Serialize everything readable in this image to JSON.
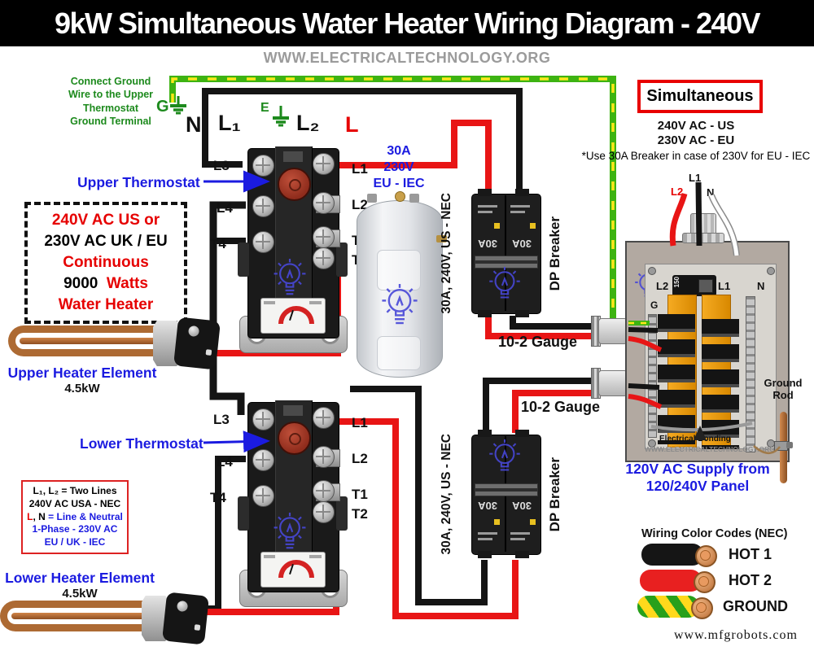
{
  "title": "9kW Simultaneous Water Heater Wiring Diagram - 240V",
  "website": "WWW.ELECTRICALTECHNOLOGY.ORG",
  "footer_site": "www.mfgrobots.com",
  "colors": {
    "hot1_black": "#141414",
    "hot2_red": "#e81515",
    "ground_green": "#3db312",
    "ground_yellow": "#ffe81a",
    "neutral_white": "#ffffff",
    "label_blue": "#1b1be0",
    "note_green": "#1d8a1d",
    "accent_red": "#e60000",
    "bus_orange": "#f0a020"
  },
  "top_note": {
    "lines": "Connect Ground Wire to the Upper Thermostat Ground Terminal"
  },
  "line_labels": {
    "g": "G",
    "n": "N",
    "l1": "L₁",
    "e": "E",
    "l2": "L₂",
    "l": "L"
  },
  "upper_thermostat": {
    "label": "Upper Thermostat",
    "terminals": {
      "l3": "L3",
      "l1": "L1",
      "l4": "L4",
      "l2": "L2",
      "t4": "T4",
      "t1": "T1",
      "t2": "T2"
    }
  },
  "lower_thermostat": {
    "label": "Lower Thermostat",
    "terminals": {
      "l3": "L3",
      "l1": "L1",
      "l4": "L4",
      "l2": "L2",
      "t4": "T4",
      "t1": "T1",
      "t2": "T2"
    }
  },
  "spec_box": {
    "line1": "240V AC US or",
    "line2": "230V AC UK / EU",
    "line3": "Continuous",
    "line4_a": "9000",
    "line4_b": "Watts",
    "line5": "Water Heater"
  },
  "upper_element": {
    "label": "Upper Heater Element",
    "power": "4.5kW"
  },
  "lower_element": {
    "label": "Lower Heater Element",
    "power": "4.5kW"
  },
  "eu_breaker_note": {
    "line1": "30A",
    "line2": "230V",
    "line3": "EU - IEC"
  },
  "breaker": {
    "side_label": "30A, 240V, US - NEC",
    "name": "DP Breaker",
    "amp": "30A"
  },
  "cable": {
    "gauge_label": "10-2 Gauge"
  },
  "mode_box": {
    "label": "Simultaneous"
  },
  "supply_note": {
    "line1": "240V AC - US",
    "line2": "230V AC - EU",
    "line3": "*Use 30A Breaker in case of 230V for EU - IEC"
  },
  "panel": {
    "wire_l1": "L1",
    "wire_l2": "L2",
    "wire_n": "N",
    "bus_l2": "L2",
    "bus_l1": "L1",
    "bus_n": "N",
    "bus_g": "G",
    "main_amp": "150",
    "bonding": "Electrical Bonding",
    "site": "WWW.ELECTRICALTECHNOLOGY.ORG",
    "supply_line1": "120V AC Supply from",
    "supply_line2": "120/240V Panel",
    "ground_rod": "Ground Rod"
  },
  "legend_box": {
    "line1": "L₁, L₂ = Two Lines",
    "line2": "240V AC  USA - NEC",
    "line3_a": "L",
    "line3_b": ", N",
    "line3_c": " = Line & Neutral",
    "line4": "1-Phase - 230V AC",
    "line5": "EU / UK - IEC"
  },
  "color_codes": {
    "title": "Wiring Color Codes (NEC)",
    "items": [
      {
        "label": "HOT 1",
        "color": "#151515"
      },
      {
        "label": "HOT 2",
        "color": "#e82020"
      },
      {
        "label": "GROUND",
        "color": "green-yellow"
      }
    ]
  }
}
